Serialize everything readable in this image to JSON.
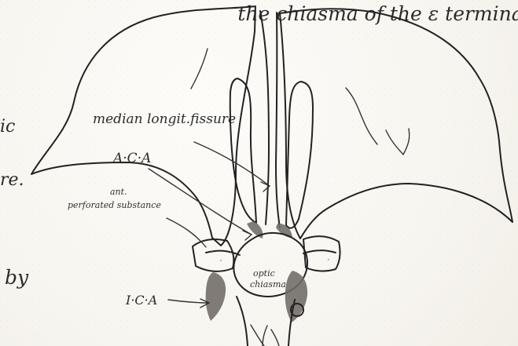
{
  "diagram": {
    "top_text": "the chiasma of the ɛ terminal",
    "left_fragments": [
      "ic",
      "re.",
      "by"
    ],
    "labels": {
      "median_longit_fissure": "median longit.fissure",
      "aca": "A·C·A",
      "ant": "ant.",
      "perforated_substance": "perforated substance",
      "optic": "optic",
      "chiasma": "chiasma",
      "ica": "I·C·A"
    }
  }
}
